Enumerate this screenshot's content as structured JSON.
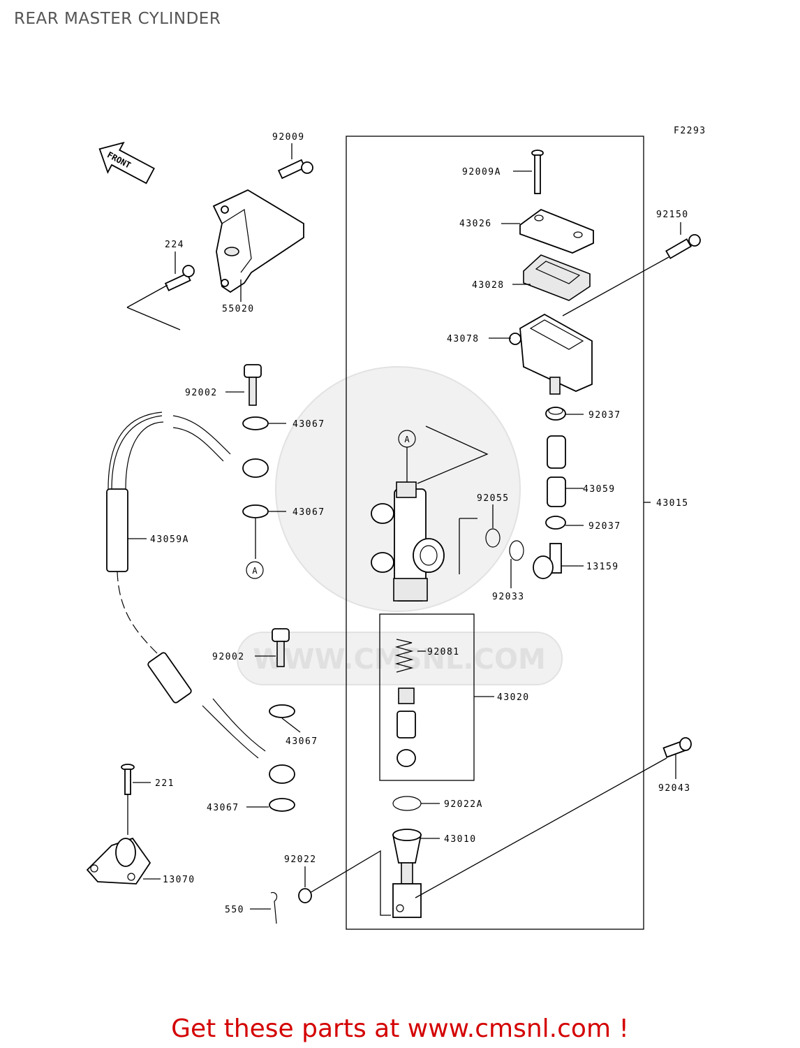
{
  "header": {
    "title": "REAR MASTER CYLINDER"
  },
  "figure_code": "F2293",
  "front_arrow": "FRONT",
  "callouts": {
    "c92009": "92009",
    "c224": "224",
    "c55020": "55020",
    "c92009A": "92009A",
    "c43026": "43026",
    "c43028": "43028",
    "c43078": "43078",
    "c92150": "92150",
    "c92002a": "92002",
    "c43067a": "43067",
    "c43067b": "43067",
    "c43059A": "43059A",
    "c92037a": "92037",
    "c43059": "43059",
    "c92037b": "92037",
    "c43015": "43015",
    "c92055": "92055",
    "c13159": "13159",
    "c92033": "92033",
    "c92081": "92081",
    "c92002b": "92002",
    "c43020": "43020",
    "c43067c": "43067",
    "c43067d": "43067",
    "c221": "221",
    "c92043": "92043",
    "c92022A": "92022A",
    "c43010": "43010",
    "c92022": "92022",
    "c13070": "13070",
    "c550": "550"
  },
  "ref_marker": "A",
  "watermark": "WWW.CMSNL.COM",
  "footer": {
    "cta": "Get these parts at www.cmsnl.com !"
  },
  "colors": {
    "cta": "#d40000",
    "title": "#555555",
    "lines": "#000000",
    "watermark": "#e0e0e0"
  }
}
